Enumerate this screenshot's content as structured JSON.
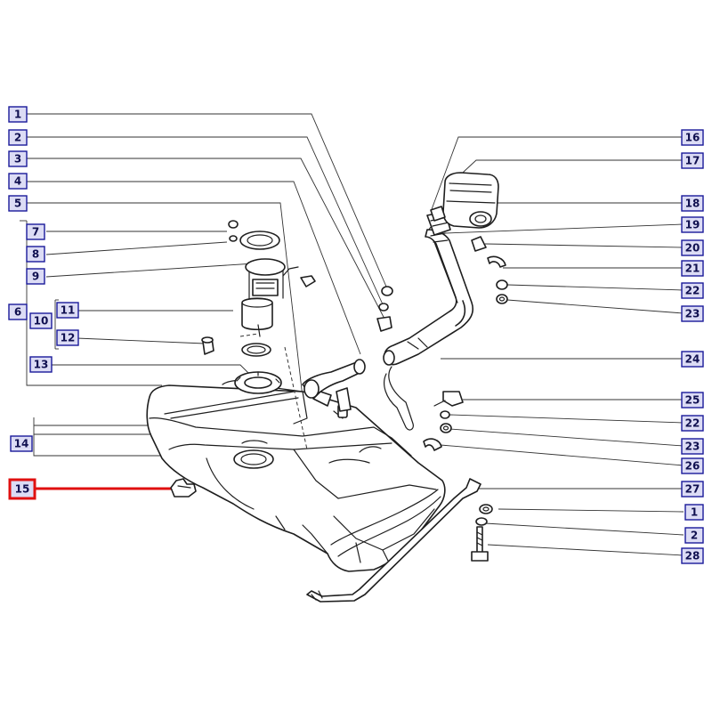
{
  "callouts": [
    {
      "id": "c1",
      "label": "1"
    },
    {
      "id": "c2",
      "label": "2"
    },
    {
      "id": "c3",
      "label": "3"
    },
    {
      "id": "c4",
      "label": "4"
    },
    {
      "id": "c5",
      "label": "5"
    },
    {
      "id": "c6",
      "label": "6"
    },
    {
      "id": "c7",
      "label": "7"
    },
    {
      "id": "c8",
      "label": "8"
    },
    {
      "id": "c9",
      "label": "9"
    },
    {
      "id": "c10",
      "label": "10"
    },
    {
      "id": "c11",
      "label": "11"
    },
    {
      "id": "c12",
      "label": "12"
    },
    {
      "id": "c13",
      "label": "13"
    },
    {
      "id": "c14",
      "label": "14"
    },
    {
      "id": "c15",
      "label": "15",
      "highlighted": true
    },
    {
      "id": "c16",
      "label": "16"
    },
    {
      "id": "c17",
      "label": "17"
    },
    {
      "id": "c18",
      "label": "18"
    },
    {
      "id": "c19",
      "label": "19"
    },
    {
      "id": "c20",
      "label": "20"
    },
    {
      "id": "c21",
      "label": "21"
    },
    {
      "id": "c22a",
      "label": "22"
    },
    {
      "id": "c23a",
      "label": "23"
    },
    {
      "id": "c24",
      "label": "24"
    },
    {
      "id": "c25",
      "label": "25"
    },
    {
      "id": "c22b",
      "label": "22"
    },
    {
      "id": "c23b",
      "label": "23"
    },
    {
      "id": "c26",
      "label": "26"
    },
    {
      "id": "c27",
      "label": "27"
    },
    {
      "id": "c1b",
      "label": "1"
    },
    {
      "id": "c2b",
      "label": "2"
    },
    {
      "id": "c28",
      "label": "28"
    }
  ],
  "colors": {
    "callout_fill": "#dcdcf5",
    "callout_border": "#1a1a9a",
    "highlight": "#e01010"
  }
}
